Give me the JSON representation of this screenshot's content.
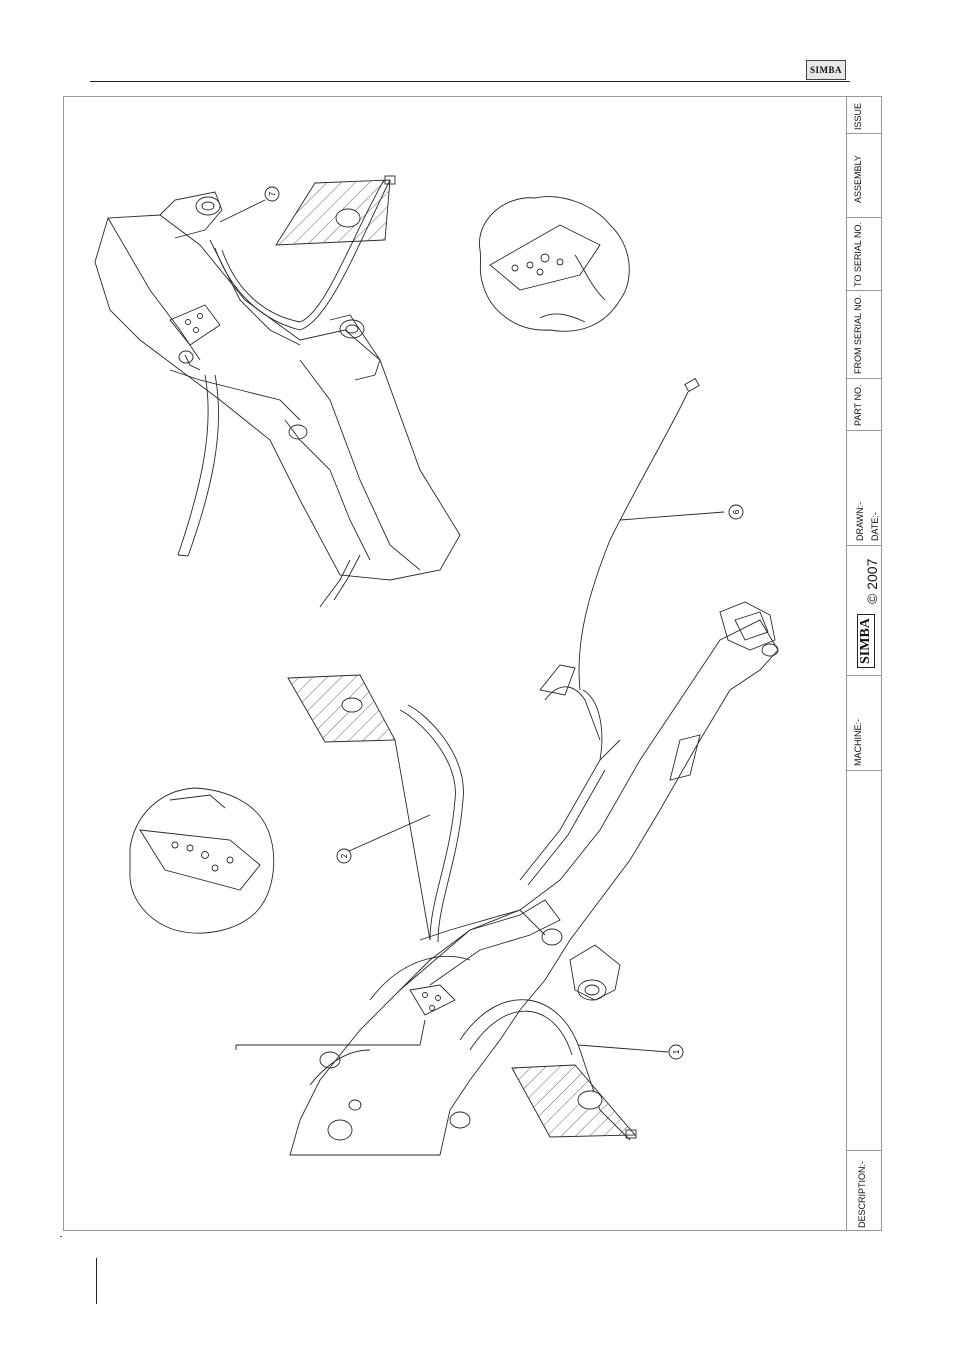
{
  "header": {
    "logo_text": "SIMBA"
  },
  "title_block": {
    "issue": "ISSUE",
    "assembly": "ASSEMBLY",
    "to_serial": "TO SERIAL NO.",
    "from_serial": "FROM SERIAL NO.",
    "part_no": "PART NO.",
    "drawn": "DRAWN:-",
    "date": "DATE:-",
    "brand": "SIMBA",
    "copyright": "© 2007",
    "machine": "MACHINE:-",
    "description": "DESCRIPTION:-"
  },
  "callouts": {
    "c1": "1",
    "c2": "2",
    "c6": "6",
    "c7": "7"
  }
}
